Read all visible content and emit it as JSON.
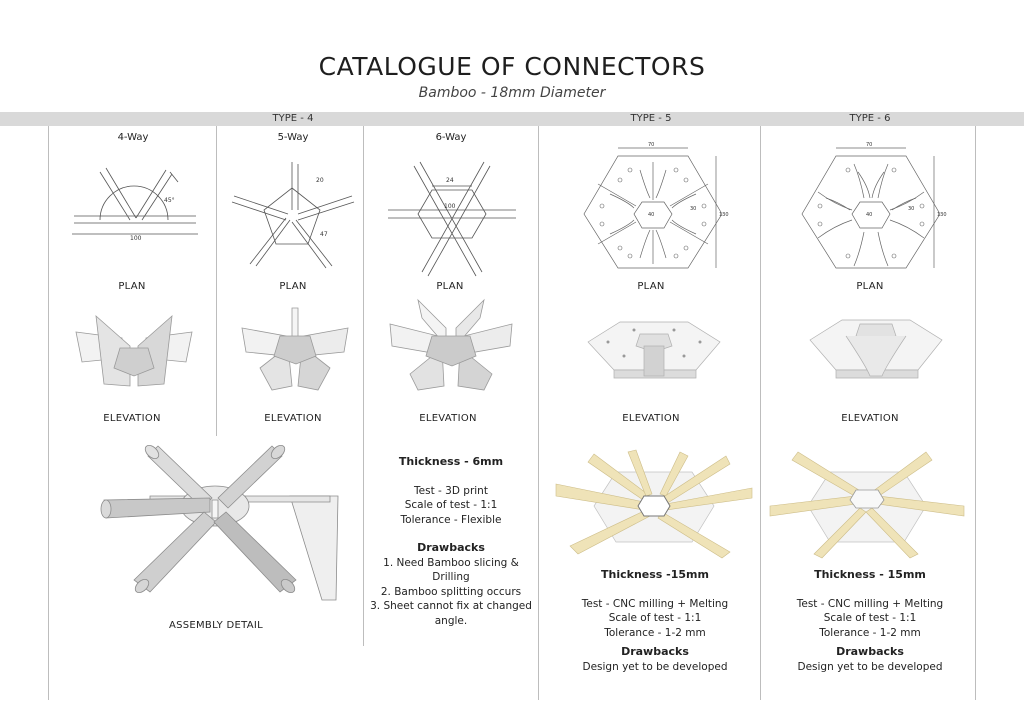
{
  "header": {
    "title": "CATALOGUE OF CONNECTORS",
    "subtitle": "Bamboo - 18mm Diameter"
  },
  "band": {
    "type4": "TYPE - 4",
    "type5": "TYPE - 5",
    "type6": "TYPE - 6"
  },
  "type4": {
    "way4": {
      "label": "4-Way",
      "plan": "PLAN",
      "elevation": "ELEVATION",
      "dims": [
        "100",
        "45°"
      ]
    },
    "way5": {
      "label": "5-Way",
      "plan": "PLAN",
      "elevation": "ELEVATION",
      "dims": [
        "20",
        "47"
      ]
    },
    "way6": {
      "label": "6-Way",
      "plan": "PLAN",
      "elevation": "ELEVATION",
      "dims": [
        "24",
        "100"
      ]
    },
    "assembly": "ASSEMBLY DETAIL",
    "notes": {
      "thickness": "Thickness - 6mm",
      "test": "Test - 3D print",
      "scale": "Scale of test - 1:1",
      "tolerance": "Tolerance - Flexible",
      "drawbacks_title": "Drawbacks",
      "drawbacks": [
        "1. Need Bamboo slicing & Drilling",
        "2. Bamboo splitting occurs",
        "3. Sheet cannot fix at changed",
        "angle."
      ]
    }
  },
  "type5": {
    "plan": "PLAN",
    "elevation": "ELEVATION",
    "dims": [
      "70",
      "40",
      "30",
      "130"
    ],
    "notes": {
      "thickness": "Thickness -15mm",
      "test": "Test - CNC milling + Melting",
      "scale": "Scale of test - 1:1",
      "tolerance": "Tolerance - 1-2 mm",
      "drawbacks_title": "Drawbacks",
      "drawbacks": "Design yet to be developed"
    }
  },
  "type6": {
    "plan": "PLAN",
    "elevation": "ELEVATION",
    "dims": [
      "70",
      "40",
      "30",
      "130"
    ],
    "notes": {
      "thickness": "Thickness - 15mm",
      "test": "Test - CNC milling + Melting",
      "scale": "Scale of test - 1:1",
      "tolerance": "Tolerance - 1-2 mm",
      "drawbacks_title": "Drawbacks",
      "drawbacks": "Design yet to be developed"
    }
  },
  "colors": {
    "band": "#d9d9d9",
    "bamboo": "#efe3b8",
    "line": "#555555",
    "model": "#e8e8e8"
  }
}
